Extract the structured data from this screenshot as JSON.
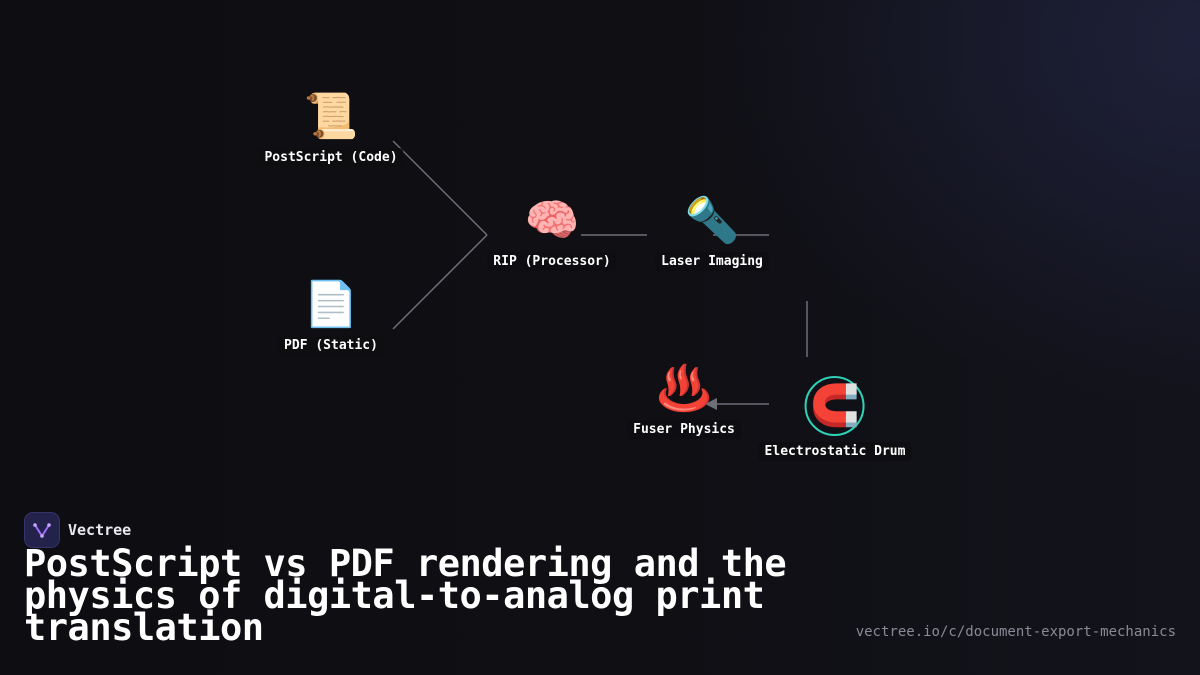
{
  "diagram": {
    "nodes": [
      {
        "id": "postscript",
        "label": "PostScript (Code)",
        "icon": "scroll-icon",
        "glyph": "📜"
      },
      {
        "id": "pdf",
        "label": "PDF (Static)",
        "icon": "page-icon",
        "glyph": "📄"
      },
      {
        "id": "rip",
        "label": "RIP (Processor)",
        "icon": "brain-icon",
        "glyph": "🧠"
      },
      {
        "id": "laser",
        "label": "Laser Imaging",
        "icon": "flashlight-icon",
        "glyph": "🔦"
      },
      {
        "id": "drum",
        "label": "Electrostatic Drum",
        "icon": "magnet-icon",
        "glyph": "🧲",
        "highlight": true
      },
      {
        "id": "fuser",
        "label": "Fuser Physics",
        "icon": "hot-springs-icon",
        "glyph": "♨️"
      }
    ],
    "edges": [
      {
        "from": "postscript",
        "to": "rip"
      },
      {
        "from": "pdf",
        "to": "rip"
      },
      {
        "from": "rip",
        "to": "laser"
      },
      {
        "from": "laser",
        "to": "drum"
      },
      {
        "from": "drum",
        "to": "fuser",
        "arrow": true
      }
    ]
  },
  "brand": {
    "name": "Vectree",
    "logo_icon": "vectree-logo-icon"
  },
  "headline": "PostScript vs PDF rendering and the physics of digital-to-analog print translation",
  "footer": {
    "url": "vectree.io/c/document-export-mechanics"
  },
  "colors": {
    "background": "#0e0e12",
    "edge": "#6e6e78",
    "highlight_ring": "#2ed3b7",
    "text": "#ffffff",
    "muted": "#8a8a96"
  }
}
